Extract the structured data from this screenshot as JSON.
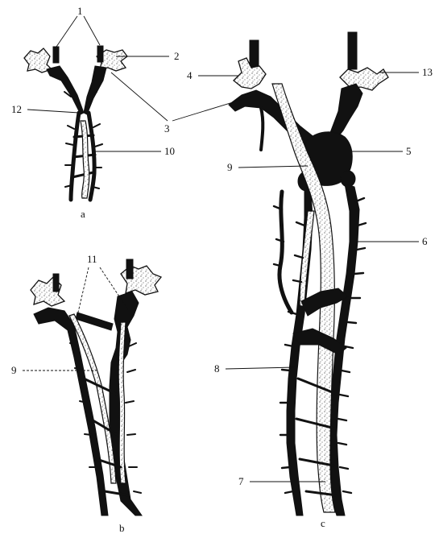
{
  "panels": {
    "a": {
      "label": "a"
    },
    "b": {
      "label": "b"
    },
    "c": {
      "label": "c"
    }
  },
  "labels": {
    "n1": "1",
    "n2": "2",
    "n3": "3",
    "n4": "4",
    "n5": "5",
    "n6": "6",
    "n7": "7",
    "n8": "8",
    "n9a": "9",
    "n9b": "9",
    "n10": "10",
    "n11": "11",
    "n12": "12",
    "n13": "13"
  }
}
